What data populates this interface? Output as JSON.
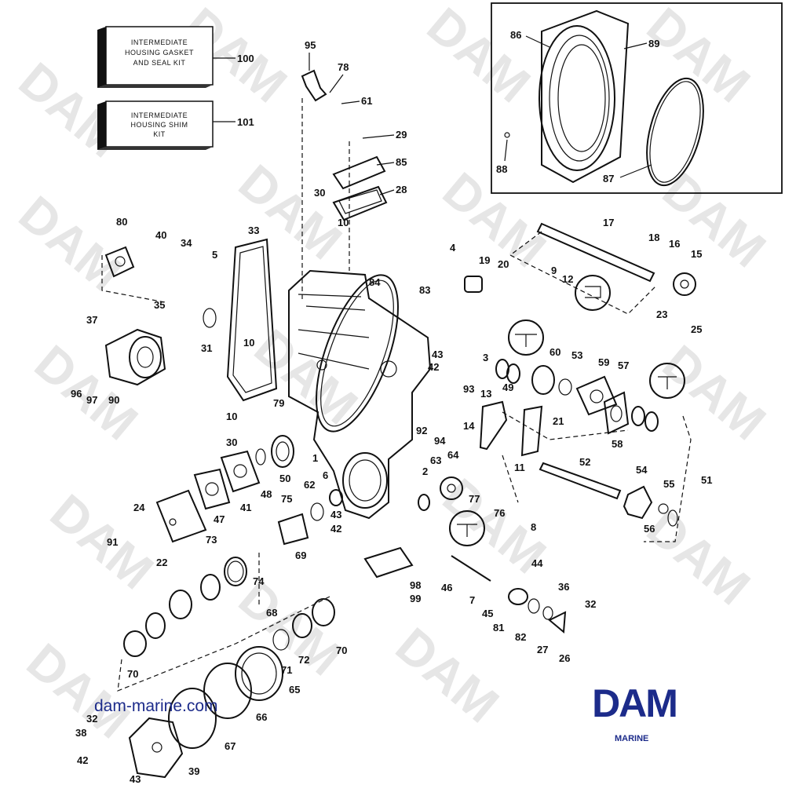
{
  "watermark_text": "DAM",
  "kits": [
    {
      "line1": "INTERMEDIATE",
      "line2": "HOUSING GASKET",
      "line3": "AND SEAL KIT",
      "number": "100"
    },
    {
      "line1": "INTERMEDIATE",
      "line2": "HOUSING SHIM",
      "line3": "KIT",
      "number": "101"
    }
  ],
  "inset_labels": [
    "86",
    "89",
    "88",
    "87"
  ],
  "callouts": [
    "95",
    "78",
    "61",
    "29",
    "85",
    "28",
    "30",
    "10",
    "80",
    "40",
    "34",
    "5",
    "33",
    "35",
    "31",
    "37",
    "96",
    "97",
    "90",
    "4",
    "19",
    "20",
    "84",
    "83",
    "17",
    "18",
    "16",
    "15",
    "9",
    "12",
    "23",
    "25",
    "43",
    "42",
    "3",
    "60",
    "53",
    "59",
    "57",
    "13",
    "49",
    "93",
    "92",
    "94",
    "14",
    "21",
    "58",
    "11",
    "51",
    "52",
    "54",
    "55",
    "56",
    "1",
    "79",
    "50",
    "48",
    "47",
    "41",
    "62",
    "6",
    "2",
    "63",
    "64",
    "77",
    "76",
    "8",
    "75",
    "24",
    "91",
    "22",
    "73",
    "74",
    "69",
    "98",
    "99",
    "46",
    "44",
    "7",
    "45",
    "36",
    "81",
    "82",
    "32",
    "27",
    "26",
    "68",
    "70",
    "71",
    "72",
    "65",
    "66",
    "67",
    "38",
    "39"
  ],
  "website": "dam-marine.com",
  "brand": {
    "name": "DAM",
    "subtitle": "MARINE",
    "color": "#1c2b8a"
  }
}
